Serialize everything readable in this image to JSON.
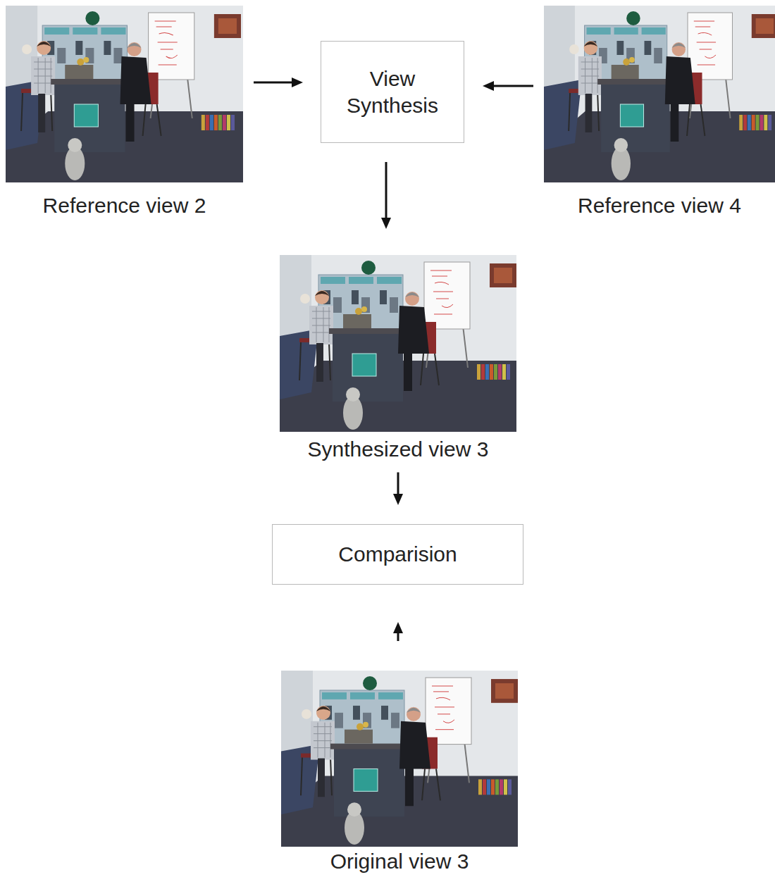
{
  "diagram": {
    "nodes": [
      {
        "text": [
          "Reference view 2"
        ]
      },
      {
        "text": [
          "View Synthesis"
        ]
      },
      {
        "text": [
          "Reference view 4"
        ]
      },
      {
        "text": [
          "Synthesized view 3"
        ]
      },
      {
        "text": [
          "Comparision"
        ]
      },
      {
        "text": [
          "Original view 3"
        ]
      }
    ],
    "edges": [
      {
        "from": 0,
        "to": 1,
        "arrow": "to"
      },
      {
        "from": 2,
        "to": 1,
        "arrow": "to"
      },
      {
        "from": 1,
        "to": 3,
        "arrow": "to"
      },
      {
        "from": 3,
        "to": 4,
        "arrow": "to"
      },
      {
        "from": 5,
        "to": 4,
        "arrow": "to"
      }
    ]
  }
}
